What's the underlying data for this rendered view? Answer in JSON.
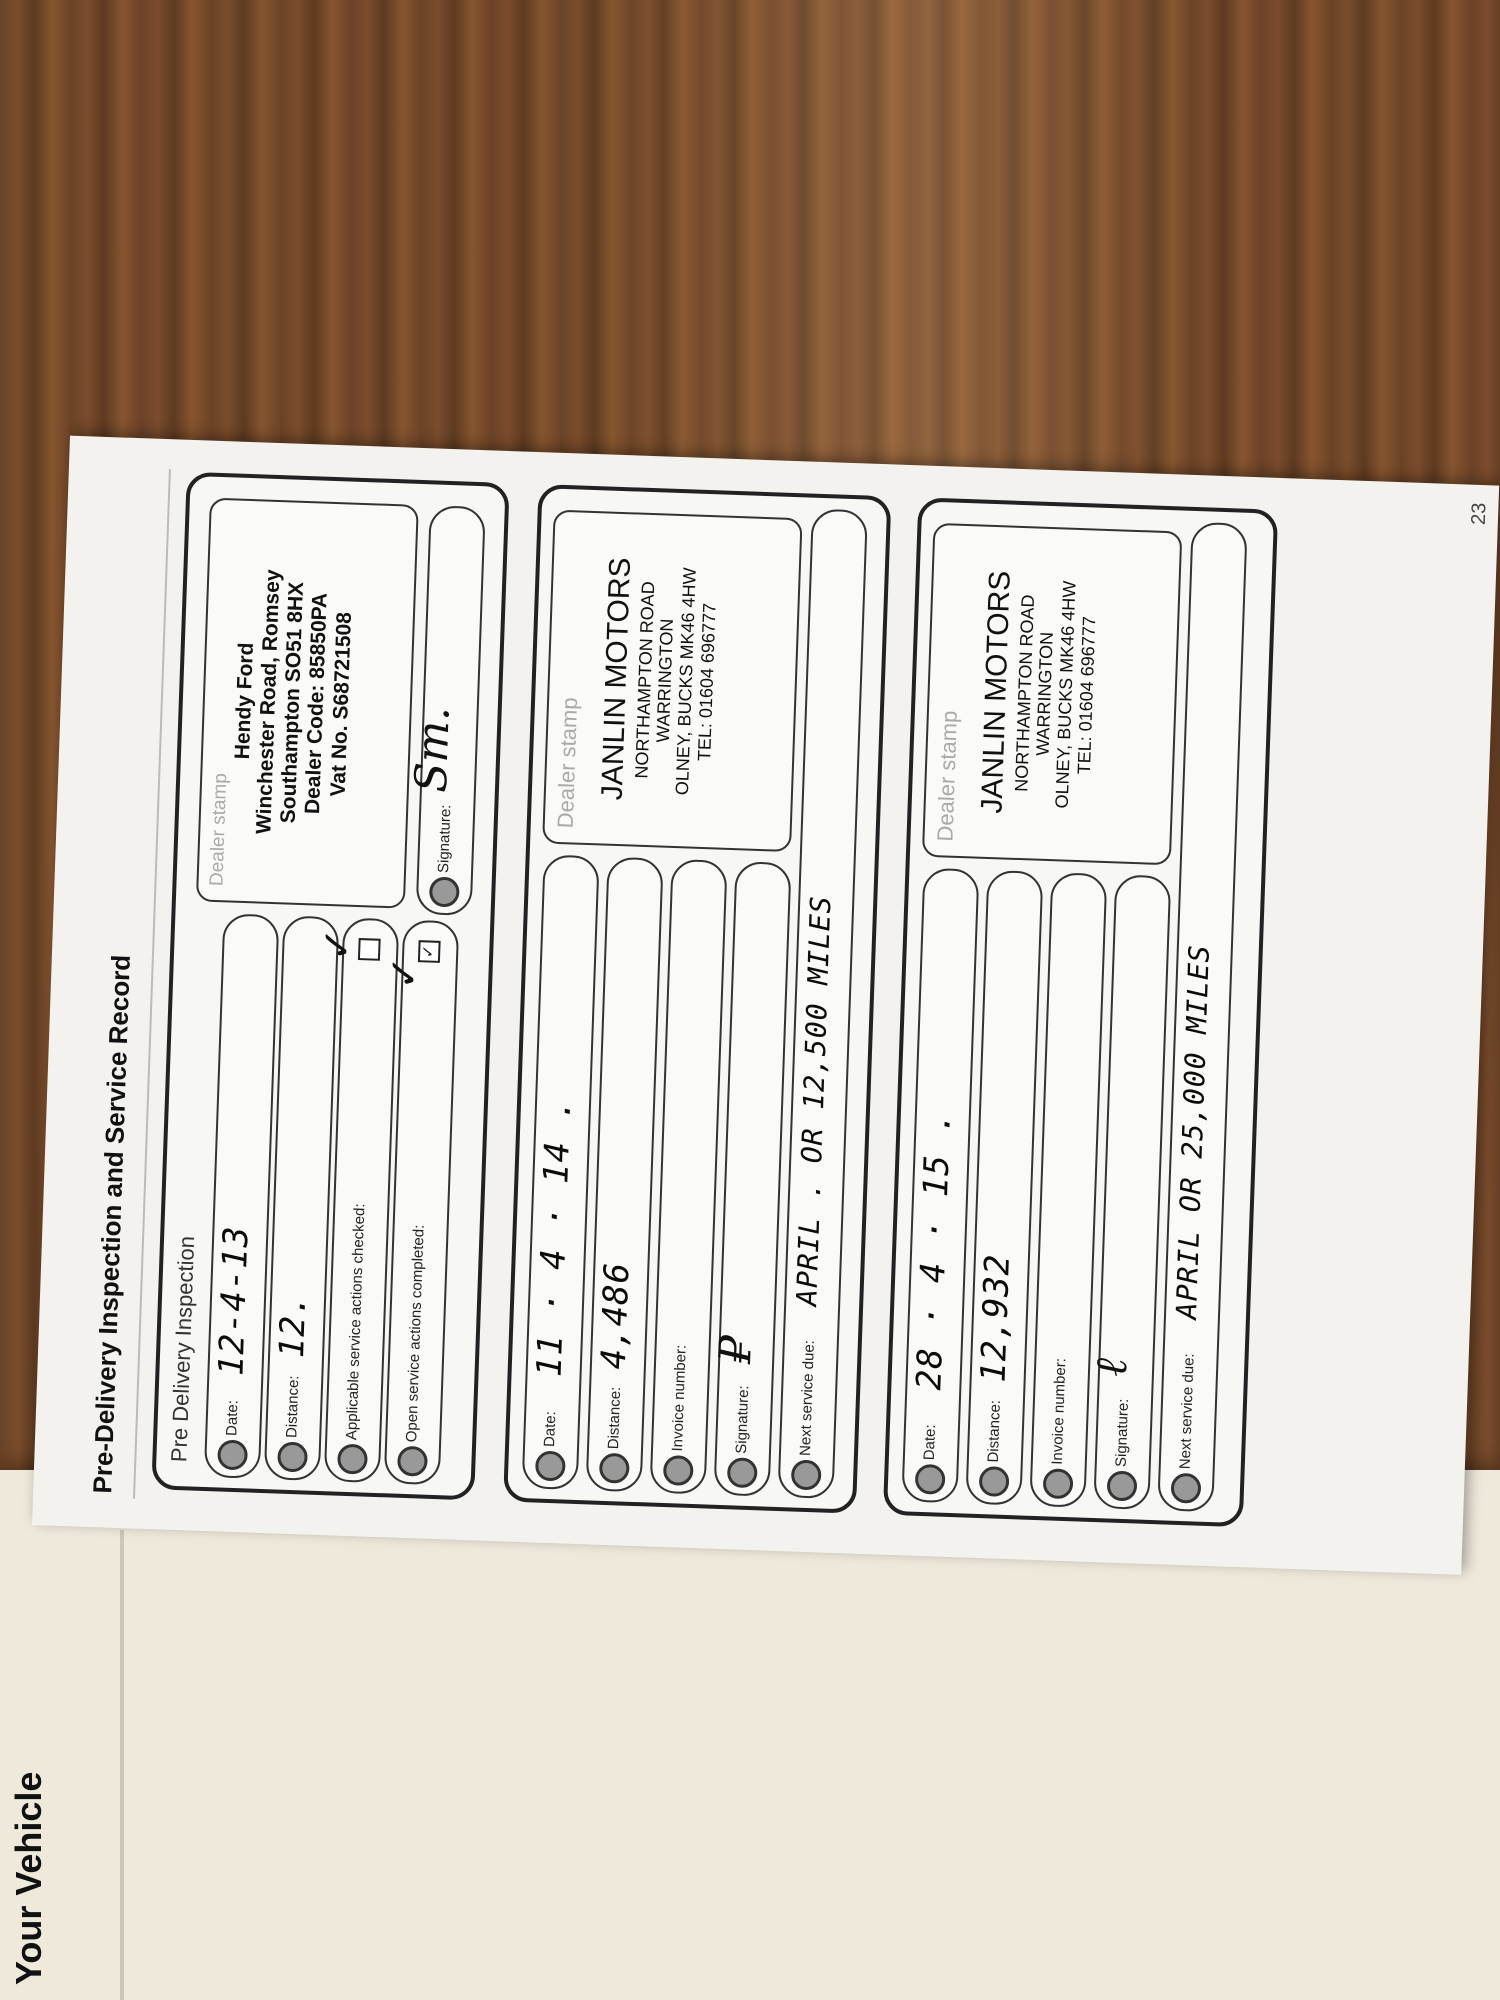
{
  "left_page": {
    "title": "Your Vehicle"
  },
  "page": {
    "title": "Pre-Delivery Inspection and Service Record",
    "page_number": "23",
    "pdi": {
      "heading": "Pre Delivery Inspection",
      "date_label": "Date:",
      "date_value": "12-4-13",
      "distance_label": "Distance:",
      "distance_value": "12.",
      "applicable_label": "Applicable service actions checked:",
      "open_label": "Open service actions completed:",
      "stamp_label": "Dealer stamp",
      "stamp_lines": [
        "Hendy Ford",
        "Winchester Road, Romsey",
        "Southampton  SO51 8HX",
        "Dealer Code: 85850PA",
        "Vat No. S68721508"
      ],
      "signature_label": "Signature:",
      "signature_value": "Sm."
    },
    "service1": {
      "date_label": "Date:",
      "date_value": "11 · 4 · 14 .",
      "distance_label": "Distance:",
      "distance_value": "4,486",
      "invoice_label": "Invoice number:",
      "signature_label": "Signature:",
      "next_label": "Next service due:",
      "next_value": "APRIL . OR 12,500 MILES",
      "stamp_label": "Dealer stamp",
      "stamp_lines": [
        "JANLIN MOTORS",
        "NORTHAMPTON ROAD",
        "WARRINGTON",
        "OLNEY, BUCKS MK46 4HW",
        "TEL: 01604 696777"
      ]
    },
    "service2": {
      "date_label": "Date:",
      "date_value": "28 · 4 · 15 .",
      "distance_label": "Distance:",
      "distance_value": "12,932",
      "invoice_label": "Invoice number:",
      "signature_label": "Signature:",
      "next_label": "Next service due:",
      "next_value": "APRIL OR 25,000 MILES",
      "stamp_label": "Dealer stamp",
      "stamp_lines": [
        "JANLIN MOTORS",
        "NORTHAMPTON ROAD",
        "WARRINGTON",
        "OLNEY, BUCKS MK46 4HW",
        "TEL: 01604 696777"
      ]
    }
  }
}
